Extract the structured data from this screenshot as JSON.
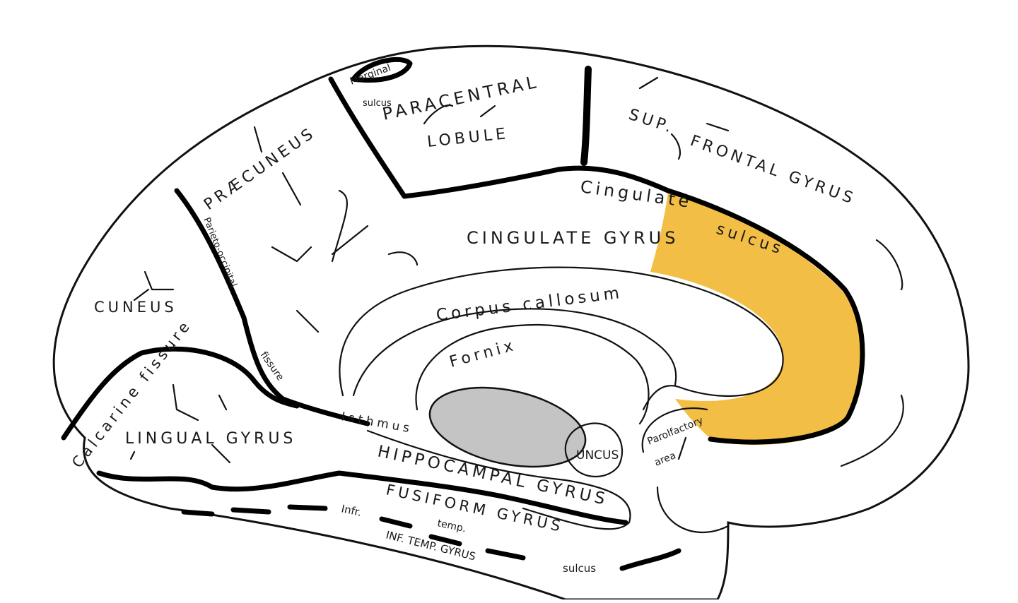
{
  "colors": {
    "highlight": "#F3BE45",
    "thalamus": "#C4C4C4",
    "line": "#111111",
    "background": "#FFFFFF"
  },
  "labels": {
    "marginal_sulcus_1": "Marginal",
    "marginal_sulcus_2": "sulcus",
    "paracentral_1": "PARACENTRAL",
    "paracentral_2": "LOBULE",
    "sup": "SUP.",
    "frontal_gyrus": "FRONTAL GYRUS",
    "praecuneus": "PRÆCUNEUS",
    "parieto_occipital": "Parieto-occipital",
    "cingulate_sulcus_1": "Cingulate",
    "cingulate_sulcus_2": "sulcus",
    "cingulate_gyrus": "CINGULATE GYRUS",
    "cuneus": "CUNEUS",
    "corpus_callosum": "Corpus callosum",
    "fornix": "Fornix",
    "fissure_1": "fissure",
    "calcarine_fissure": "Calcarine fissure",
    "isthmus": "Isthmus",
    "lingual_gyrus": "LINGUAL GYRUS",
    "hippocampal_gyrus": "HIPPOCAMPAL GYRUS",
    "uncus": "UNCUS",
    "parolfactory_1": "Parolfactory",
    "parolfactory_2": "area",
    "fusiform_gyrus": "FUSIFORM GYRUS",
    "infr": "Infr.",
    "temp": "temp.",
    "sulcus": "sulcus",
    "inf_temp_gyrus": "INF. TEMP. GYRUS"
  }
}
